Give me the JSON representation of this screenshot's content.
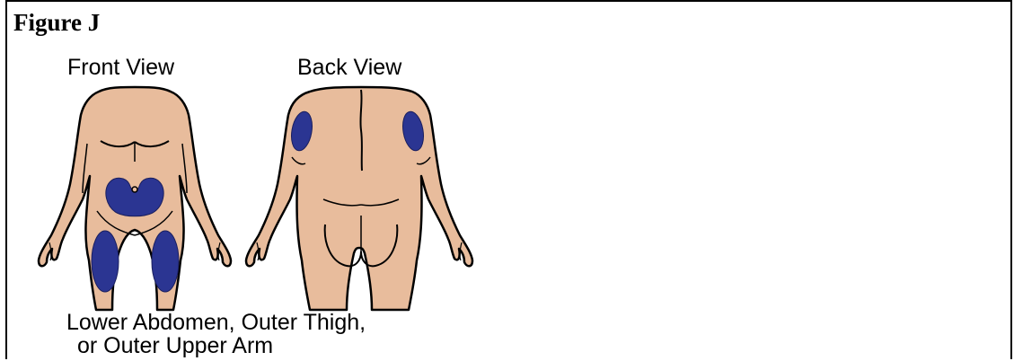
{
  "figure": {
    "title": "Figure J",
    "front_label": "Front View",
    "back_label": "Back View",
    "caption_line1": "Lower Abdomen, Outer Thigh,",
    "caption_line2": "or Outer Upper Arm"
  },
  "colors": {
    "skin": "#e8bc9c",
    "injection_site": "#2b3592",
    "outline": "#000000"
  }
}
